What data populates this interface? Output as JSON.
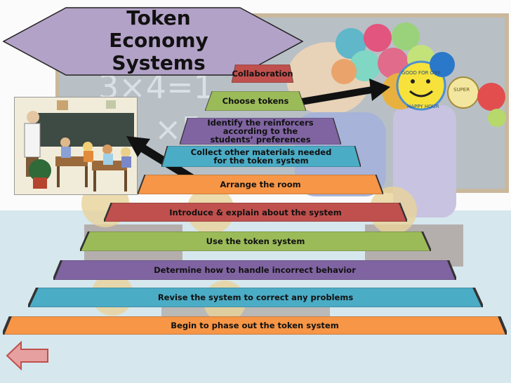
{
  "title": "Token Economy Systems",
  "title_lines": [
    "Token",
    "Economy",
    "Systems"
  ],
  "steps": [
    {
      "label": "Collaboration",
      "color": "#c0504d"
    },
    {
      "label": "Choose tokens",
      "color": "#9bbb59"
    },
    {
      "label": "Identify the reinforcers according to the students’ preferences",
      "color": "#8064a2"
    },
    {
      "label": "Collect other materials needed for the token system",
      "color": "#4bacc6"
    },
    {
      "label": "Arrange the room",
      "color": "#f79646"
    },
    {
      "label": "Introduce & explain about the system",
      "color": "#c0504d"
    },
    {
      "label": "Use the token system",
      "color": "#9bbb59"
    },
    {
      "label": "Determine how to handle incorrect behavior",
      "color": "#8064a2"
    },
    {
      "label": "Revise the system to correct any problems",
      "color": "#4bacc6"
    },
    {
      "label": "Begin to phase out the token system",
      "color": "#f79646"
    }
  ],
  "token_badges": [
    "GOOD FOR ONE",
    "HAPPY HOUR",
    "SUPER"
  ],
  "colors": {
    "hexagon": "#b3a2c7",
    "back_button": "#e6a0a0"
  }
}
